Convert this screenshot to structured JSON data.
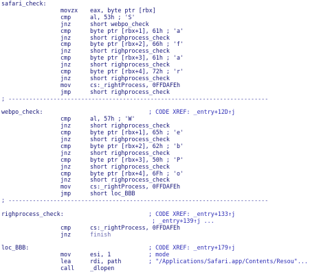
{
  "window": {
    "title": ""
  },
  "listing": [
    {
      "label": "safari_check:",
      "mnemonic": "",
      "operands": "",
      "comment": ""
    },
    {
      "label": "",
      "mnemonic": "movzx",
      "operands": "eax, byte ptr [rbx]",
      "comment": ""
    },
    {
      "label": "",
      "mnemonic": "cmp",
      "operands": "al, 53h ; 'S'",
      "comment": ""
    },
    {
      "label": "",
      "mnemonic": "jnz",
      "operands": "short webpo_check",
      "comment": ""
    },
    {
      "label": "",
      "mnemonic": "cmp",
      "operands": "byte ptr [rbx+1], 61h ; 'a'",
      "comment": ""
    },
    {
      "label": "",
      "mnemonic": "jnz",
      "operands": "short righprocess_check",
      "comment": ""
    },
    {
      "label": "",
      "mnemonic": "cmp",
      "operands": "byte ptr [rbx+2], 66h ; 'f'",
      "comment": ""
    },
    {
      "label": "",
      "mnemonic": "jnz",
      "operands": "short righprocess_check",
      "comment": ""
    },
    {
      "label": "",
      "mnemonic": "cmp",
      "operands": "byte ptr [rbx+3], 61h ; 'a'",
      "comment": ""
    },
    {
      "label": "",
      "mnemonic": "jnz",
      "operands": "short righprocess_check",
      "comment": ""
    },
    {
      "label": "",
      "mnemonic": "cmp",
      "operands": "byte ptr [rbx+4], 72h ; 'r'",
      "comment": ""
    },
    {
      "label": "",
      "mnemonic": "jnz",
      "operands": "short righprocess_check",
      "comment": ""
    },
    {
      "label": "",
      "mnemonic": "mov",
      "operands": "cs:_rightProcess, 0FFDAFEh",
      "comment": ""
    },
    {
      "label": "",
      "mnemonic": "jmp",
      "operands": "short righprocess_check",
      "comment": ""
    },
    {
      "separator": "; ---------------------------------------------------------------------------"
    },
    {
      "label": "",
      "mnemonic": "",
      "operands": "",
      "comment": ""
    },
    {
      "label": "webpo_check:",
      "mnemonic": "",
      "operands": "",
      "comment": "; CODE XREF: _entry+12D↑j"
    },
    {
      "label": "",
      "mnemonic": "cmp",
      "operands": "al, 57h ; 'W'",
      "comment": ""
    },
    {
      "label": "",
      "mnemonic": "jnz",
      "operands": "short righprocess_check",
      "comment": ""
    },
    {
      "label": "",
      "mnemonic": "cmp",
      "operands": "byte ptr [rbx+1], 65h ; 'e'",
      "comment": ""
    },
    {
      "label": "",
      "mnemonic": "jnz",
      "operands": "short righprocess_check",
      "comment": ""
    },
    {
      "label": "",
      "mnemonic": "cmp",
      "operands": "byte ptr [rbx+2], 62h ; 'b'",
      "comment": ""
    },
    {
      "label": "",
      "mnemonic": "jnz",
      "operands": "short righprocess_check",
      "comment": ""
    },
    {
      "label": "",
      "mnemonic": "cmp",
      "operands": "byte ptr [rbx+3], 50h ; 'P'",
      "comment": ""
    },
    {
      "label": "",
      "mnemonic": "jnz",
      "operands": "short righprocess_check",
      "comment": ""
    },
    {
      "label": "",
      "mnemonic": "cmp",
      "operands": "byte ptr [rbx+4], 6Fh ; 'o'",
      "comment": ""
    },
    {
      "label": "",
      "mnemonic": "jnz",
      "operands": "short righprocess_check",
      "comment": ""
    },
    {
      "label": "",
      "mnemonic": "mov",
      "operands": "cs:_rightProcess, 0FFDAFEh",
      "comment": ""
    },
    {
      "label": "",
      "mnemonic": "jmp",
      "operands": "short loc_BBB",
      "comment": ""
    },
    {
      "separator": "; ---------------------------------------------------------------------------"
    },
    {
      "label": "",
      "mnemonic": "",
      "operands": "",
      "comment": ""
    },
    {
      "label": "righprocess_check:",
      "mnemonic": "",
      "operands": "",
      "comment": "; CODE XREF: _entry+133↑j"
    },
    {
      "label": "",
      "mnemonic": "",
      "operands": "",
      "comment": "; _entry+139↑j ...",
      "cont": true
    },
    {
      "label": "",
      "mnemonic": "cmp",
      "operands": "cs:_rightProcess, 0FFDAFEh",
      "comment": ""
    },
    {
      "label": "",
      "mnemonic": "jnz",
      "operands": "finish",
      "comment": "",
      "dim": true
    },
    {
      "label": "",
      "mnemonic": "",
      "operands": "",
      "comment": ""
    },
    {
      "label": "loc_BBB:",
      "mnemonic": "",
      "operands": "",
      "comment": "; CODE XREF: _entry+179↑j"
    },
    {
      "label": "",
      "mnemonic": "mov",
      "operands": "esi, 1",
      "comment": "; mode"
    },
    {
      "label": "",
      "mnemonic": "lea",
      "operands": "rdi, path",
      "comment": "; \"/Applications/Safari.app/Contents/Resou\"..."
    },
    {
      "label": "",
      "mnemonic": "call",
      "operands": "_dlopen",
      "comment": ""
    }
  ]
}
